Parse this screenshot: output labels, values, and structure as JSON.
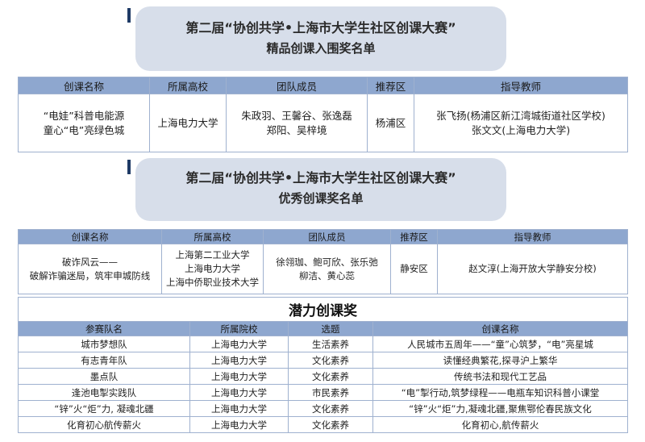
{
  "section1": {
    "title_line1": "第二届“协创共学•上海市大学生社区创课大赛”",
    "title_line2": "精品创课入围奖名单",
    "headers": [
      "创课名称",
      "所属高校",
      "团队成员",
      "推荐区",
      "指导教师"
    ],
    "row": {
      "name_line1": "“电娃”科普电能源",
      "name_line2": "童心“电”亮绿色城",
      "school": "上海电力大学",
      "members_line1": "朱政羽、王馨谷、张逸磊",
      "members_line2": "郑阳、吴梓境",
      "district": "杨浦区",
      "teacher_line1": "张飞扬(杨浦区新江湾城街道社区学校)",
      "teacher_line2": "张文文(上海电力大学)"
    }
  },
  "section2": {
    "title_line1": "第二届“协创共学•上海市大学生社区创课大赛”",
    "title_line2": "优秀创课奖名单",
    "headers": [
      "创课名称",
      "所属高校",
      "团队成员",
      "推荐区",
      "指导教师"
    ],
    "row": {
      "name_line1": "破诈风云——",
      "name_line2": "破解诈骗迷局，筑牢申城防线",
      "school_line1": "上海第二工业大学",
      "school_line2": "上海电力大学",
      "school_line3": "上海中侨职业技术大学",
      "members_line1": "徐翎珈、鲍可欣、张乐弛",
      "members_line2": "柳洁、黄心蕊",
      "district": "静安区",
      "teacher": "赵文淳(上海开放大学静安分校)"
    }
  },
  "section3": {
    "title": "潜力创课奖",
    "headers": [
      "参赛队名",
      "所属院校",
      "选题",
      "创课名称"
    ],
    "rows": [
      {
        "team": "城市梦想队",
        "school": "上海电力大学",
        "topic": "生活素养",
        "course": "人民城市五周年——“童”心筑梦，“电”亮星城"
      },
      {
        "team": "有志青年队",
        "school": "上海电力大学",
        "topic": "文化素养",
        "course": "读懂经典繁花,探寻沪上繁华"
      },
      {
        "team": "墨点队",
        "school": "上海电力大学",
        "topic": "文化素养",
        "course": "传统书法和现代工艺品"
      },
      {
        "team": "逢池电掣实践队",
        "school": "上海电力大学",
        "topic": "市民素养",
        "course": "“电”掣行动,筑梦绿程——电瓶车知识科普小课堂"
      },
      {
        "team": "“锌”火“炬”力, 凝魂北疆",
        "school": "上海电力大学",
        "topic": "文化素养",
        "course": "“锌”火“炬”力,凝魂北疆,聚焦鄂伦春民族文化"
      },
      {
        "team": "化育初心航传薪火",
        "school": "上海电力大学",
        "topic": "文化素养",
        "course": "化育初心,航传薪火"
      }
    ]
  }
}
